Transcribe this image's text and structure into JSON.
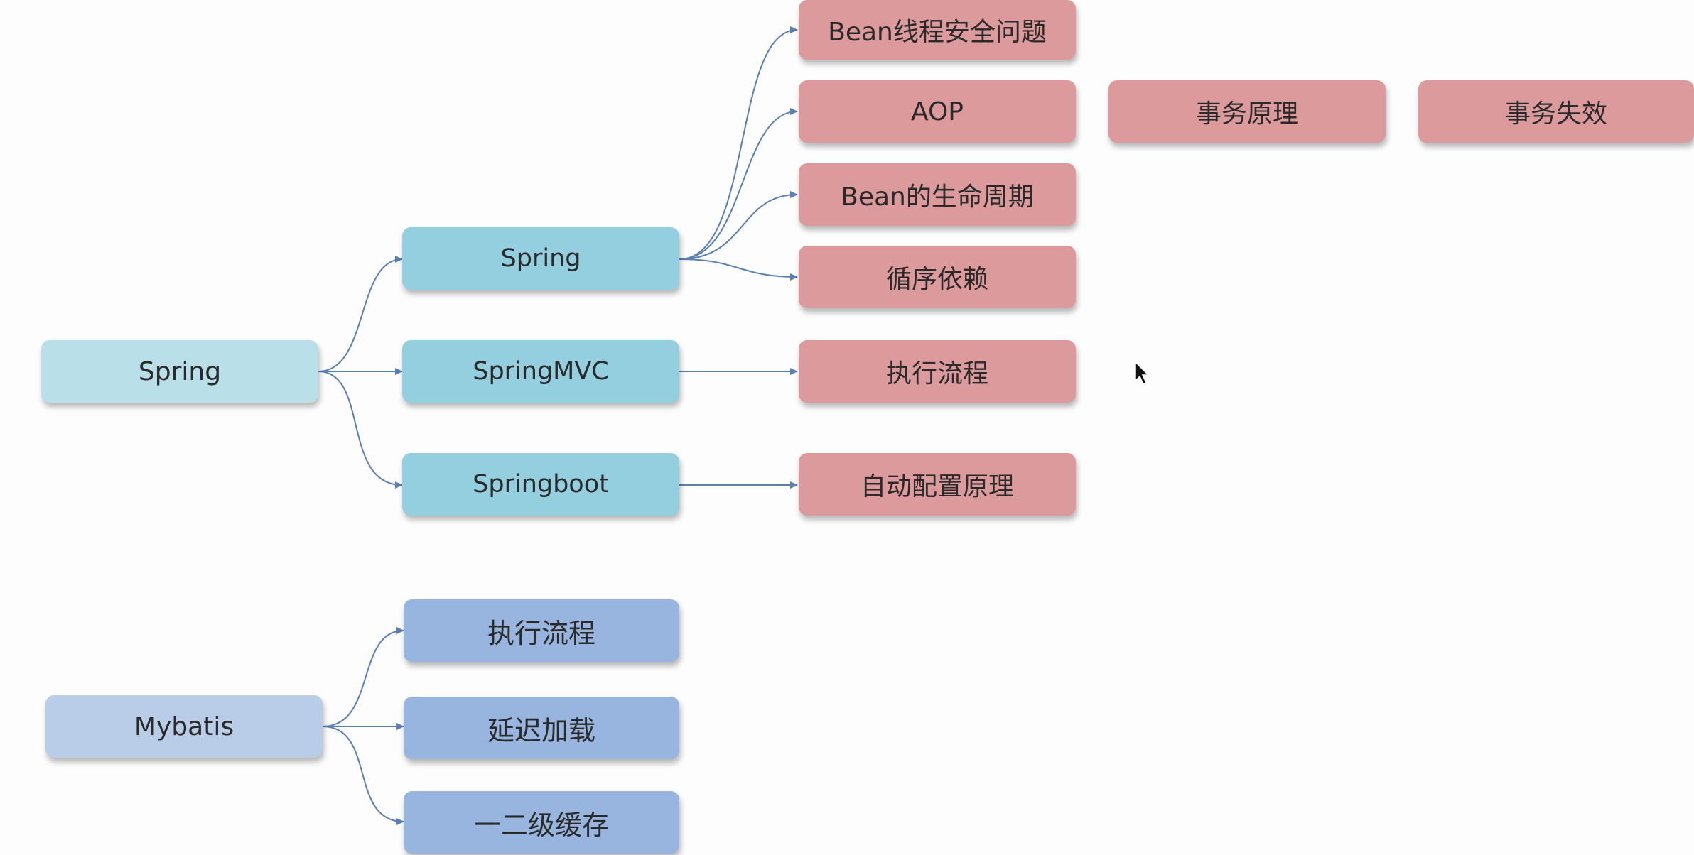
{
  "colors": {
    "spring_root": "#b9dfe8",
    "spring_children": "#94cfe0",
    "topic_nodes": "#dc9a9c",
    "mybatis_root": "#b9cce8",
    "mybatis_children": "#97b5de",
    "connector": "#5a7fb5"
  },
  "spring_tree": {
    "root": "Spring",
    "children": {
      "spring": "Spring",
      "springmvc": "SpringMVC",
      "springboot": "Springboot"
    },
    "spring_topics": {
      "bean_thread_safety": "Bean线程安全问题",
      "aop": "AOP",
      "transaction_principle": "事务原理",
      "transaction_failure": "事务失效",
      "bean_lifecycle": "Bean的生命周期",
      "circular_dependency": "循序依赖"
    },
    "springmvc_topics": {
      "execution_flow": "执行流程"
    },
    "springboot_topics": {
      "auto_config": "自动配置原理"
    }
  },
  "mybatis_tree": {
    "root": "Mybatis",
    "children": {
      "execution_flow": "执行流程",
      "lazy_loading": "延迟加载",
      "cache": "一二级缓存"
    }
  },
  "cursor_icon": "mouse-pointer-icon"
}
